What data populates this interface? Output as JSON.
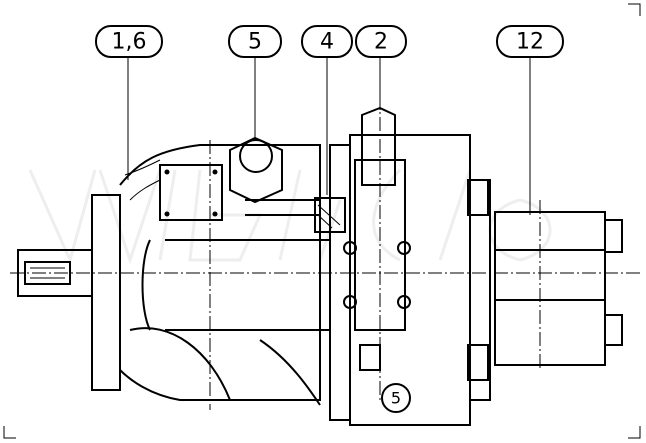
{
  "drawing": {
    "callouts": [
      {
        "id": "1,6"
      },
      {
        "id": "5"
      },
      {
        "id": "4"
      },
      {
        "id": "2"
      },
      {
        "id": "12"
      }
    ],
    "bottom_marker": "5"
  }
}
